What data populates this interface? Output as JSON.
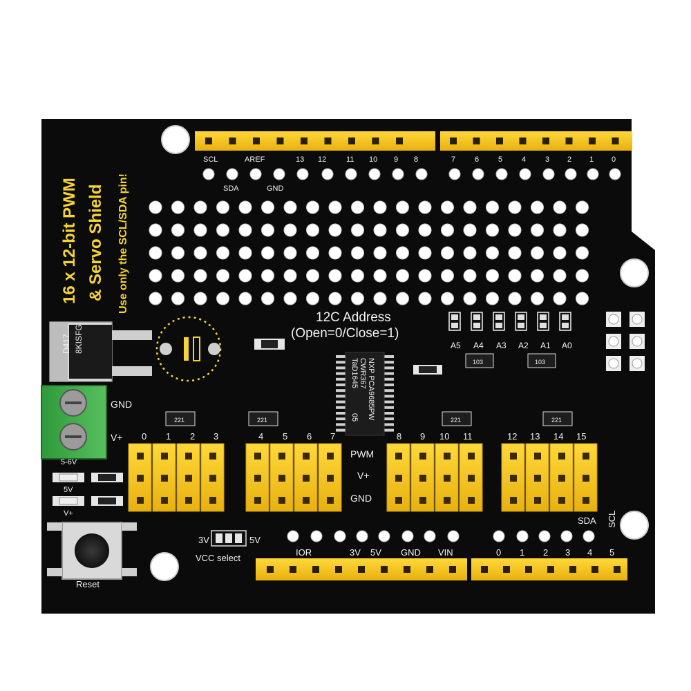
{
  "board": {
    "title_line1": "16 x 12-bit PWM",
    "title_line2": "& Servo Shield",
    "note": "Use only the SCL/SDA pin!",
    "colors": {
      "pcb": "#0b0b0b",
      "header": "#f3c21b",
      "silk": "#f2f2f2",
      "title": "#f6d431",
      "terminal": "#3fa845"
    }
  },
  "top_header": {
    "labels_left_top": [
      "SCL",
      "AREF",
      "13",
      "12",
      "11",
      "10",
      "9",
      "8"
    ],
    "labels_left_bottom": [
      "SDA",
      "GND"
    ],
    "labels_right": [
      "7",
      "6",
      "5",
      "4",
      "3",
      "2",
      "1",
      "0"
    ]
  },
  "i2c": {
    "title": "12C Address",
    "subtitle": "(Open=0/Close=1)",
    "address_pins": [
      "A5",
      "A4",
      "A3",
      "A2",
      "A1",
      "A0"
    ]
  },
  "servo": {
    "channels": [
      "0",
      "1",
      "2",
      "3",
      "4",
      "5",
      "6",
      "7",
      "8",
      "9",
      "10",
      "11",
      "12",
      "13",
      "14",
      "15"
    ],
    "row_labels": [
      "PWM",
      "V+",
      "GND"
    ]
  },
  "power": {
    "gnd_label": "GND",
    "vplus_label": "V+",
    "voltage_label": "5-6V",
    "led_5v_label": "5V",
    "led_vplus_label": "V+",
    "reset_label": "Reset",
    "vcc_select_label": "VCC select",
    "vcc_3v": "3V",
    "vcc_5v": "5V"
  },
  "bottom_header": {
    "power_labels": [
      "IOR",
      "3V",
      "5V",
      "GND",
      "VIN"
    ],
    "analog_labels": [
      "0",
      "1",
      "2",
      "3",
      "4",
      "5"
    ],
    "right_labels": [
      "SDA",
      "SCL"
    ]
  },
  "chips": {
    "main_ic": [
      "NXP PCA9685PW",
      "CWR367",
      "TaD1645",
      "05"
    ],
    "regulator": [
      "D417",
      "8KISFG"
    ],
    "resnet": [
      "221",
      "221",
      "221",
      "221"
    ],
    "small": [
      "103",
      "103"
    ]
  }
}
